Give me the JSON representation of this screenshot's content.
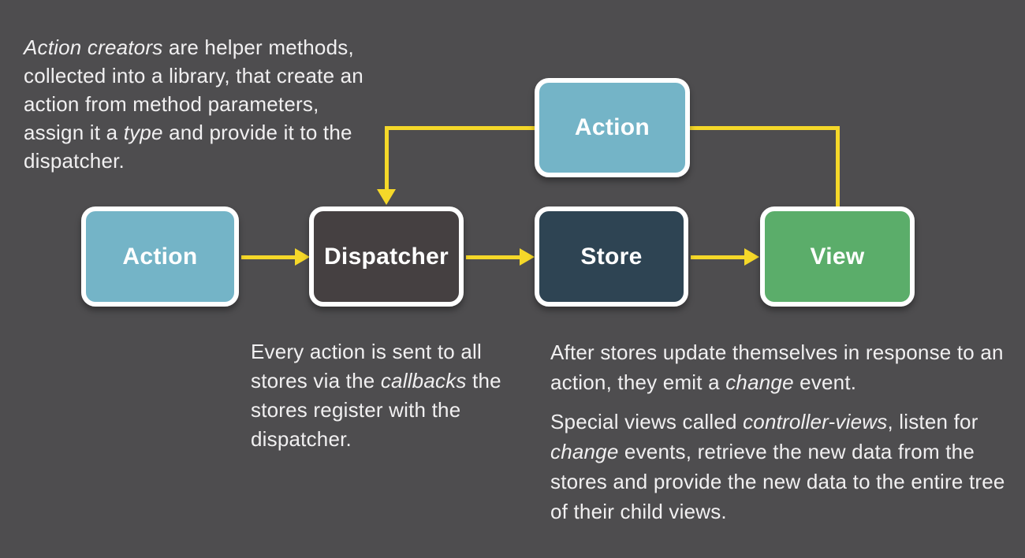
{
  "canvas": {
    "background_color": "#4e4d4f",
    "arrow_color": "#f5d829",
    "text_color": "#f1f0f1",
    "node_border_color": "#ffffff"
  },
  "diagram": {
    "nodes": [
      {
        "id": "action-top",
        "label": "Action",
        "color": "#74b4c7"
      },
      {
        "id": "action",
        "label": "Action",
        "color": "#74b4c7"
      },
      {
        "id": "dispatcher",
        "label": "Dispatcher",
        "color": "#454041"
      },
      {
        "id": "store",
        "label": "Store",
        "color": "#2e4453"
      },
      {
        "id": "view",
        "label": "View",
        "color": "#5bad6a"
      }
    ],
    "edges": [
      {
        "from": "action",
        "to": "dispatcher",
        "arrowhead": true
      },
      {
        "from": "dispatcher",
        "to": "store",
        "arrowhead": true
      },
      {
        "from": "store",
        "to": "view",
        "arrowhead": true
      },
      {
        "from": "view",
        "to": "action-top",
        "arrowhead": false
      },
      {
        "from": "action-top",
        "to": "dispatcher",
        "arrowhead": true
      }
    ]
  },
  "notes": {
    "action_creators": {
      "runs": [
        {
          "text": "Action creators",
          "italic": true
        },
        {
          "text": " are helper methods, collected into a library, that create an action from method parameters, assign it a ",
          "italic": false
        },
        {
          "text": "type",
          "italic": true
        },
        {
          "text": " and provide it to the dispatcher.",
          "italic": false
        }
      ]
    },
    "dispatcher_note": {
      "runs": [
        {
          "text": "Every action is sent to all stores via the ",
          "italic": false
        },
        {
          "text": "callbacks",
          "italic": true
        },
        {
          "text": " the stores register with the dispatcher.",
          "italic": false
        }
      ]
    },
    "store_note_1": {
      "runs": [
        {
          "text": "After stores update themselves in response to an action, they emit a ",
          "italic": false
        },
        {
          "text": "change",
          "italic": true
        },
        {
          "text": " event.",
          "italic": false
        }
      ]
    },
    "store_note_2": {
      "runs": [
        {
          "text": "Special views called ",
          "italic": false
        },
        {
          "text": "controller-views",
          "italic": true
        },
        {
          "text": ", listen for ",
          "italic": false
        },
        {
          "text": "change",
          "italic": true
        },
        {
          "text": " events, retrieve the new data from the stores and provide the new data to the entire tree of their child views.",
          "italic": false
        }
      ]
    }
  }
}
